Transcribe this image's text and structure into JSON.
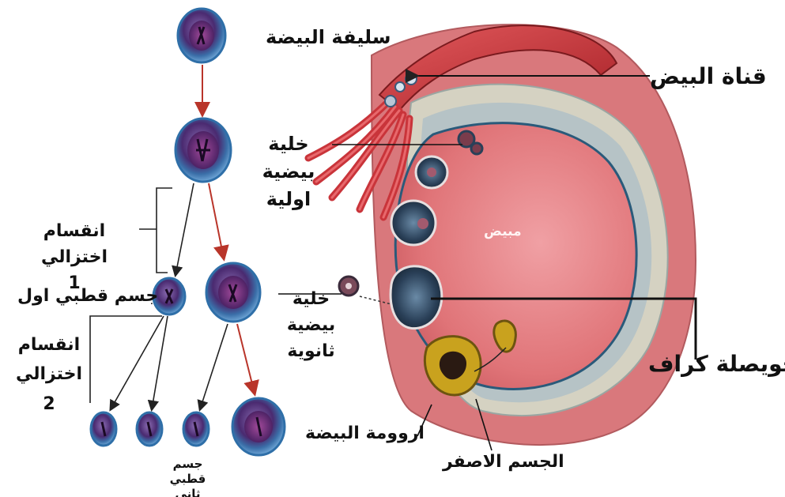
{
  "labels": {
    "oogonium": "سليفة البيضة",
    "oviduct": "قناة البيض",
    "primary_oocyte": "خلية بيضية\nاولية",
    "meiosis1": "انقسام اختزالي\n1",
    "first_polar_body": "جسم قطبي اول",
    "secondary_oocyte": "خلية\nبيضية ثانوية",
    "meiosis2": "انقسام\nاختزالي 2",
    "second_polar_body": "جسم قطبي\nثاني",
    "ootid": "اروومة البيضة",
    "graafian_follicle": "حويصلة كراف",
    "corpus_luteum": "الجسم الاصفر",
    "ovary": "مبيض"
  },
  "colors": {
    "arrow_red": "#b9352a",
    "arrow_black": "#222222",
    "cell_outer": "#2f6fa8",
    "cell_inner": "#5a2d78",
    "ovary_pink": "#e8858a",
    "tube_red": "#c9343a",
    "corpus_yellow": "#c9a21e"
  }
}
